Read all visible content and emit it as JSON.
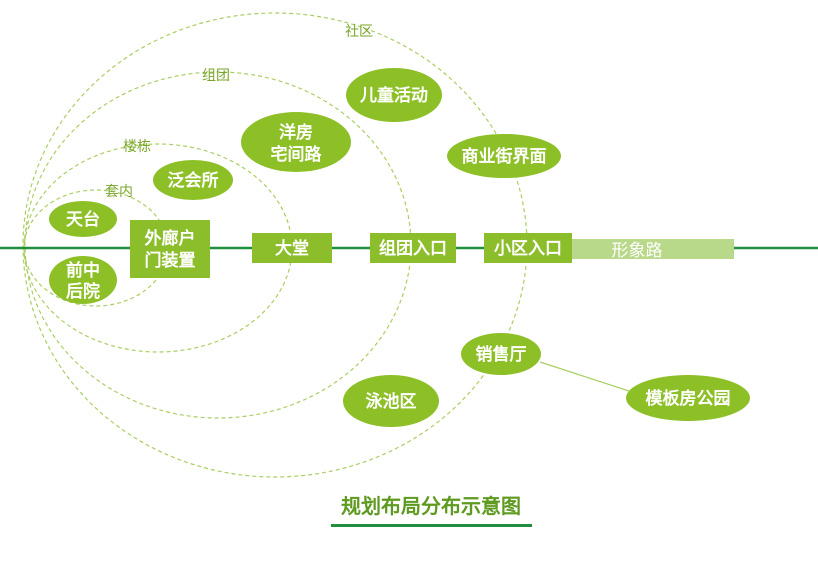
{
  "colors": {
    "main_line": "#1f8f3f",
    "accent": "#8cbd2b",
    "node": "#8dbf26",
    "ring": "#a9cf62",
    "ring_label": "#7aa62a",
    "title": "#5e9a1f",
    "title_rule": "#1f8f3f",
    "image_road": "#b9d98a"
  },
  "rings": {
    "shequ": "社区",
    "zutuan": "组团",
    "loudong": "楼栋",
    "taonei": "套内"
  },
  "nodes": {
    "tiantai": "天台",
    "qianzhong_line1": "前中",
    "qianzhong_line2": "后院",
    "fanhuisuo": "泛会所",
    "yangfang_line1": "洋房",
    "yangfang_line2": "宅间路",
    "ertong": "儿童活动",
    "shangye": "商业街界面",
    "xiaoshou": "销售厅",
    "yongchi": "泳池区",
    "muban": "模板房公园"
  },
  "boxes": {
    "wailang_line1": "外廊户",
    "wailang_line2": "门装置",
    "datang": "大堂",
    "zutuan_entry": "组团入口",
    "xiaoqu_entry": "小区入口",
    "xingxiang": "形象路"
  },
  "title": "规划布局分布示意图"
}
